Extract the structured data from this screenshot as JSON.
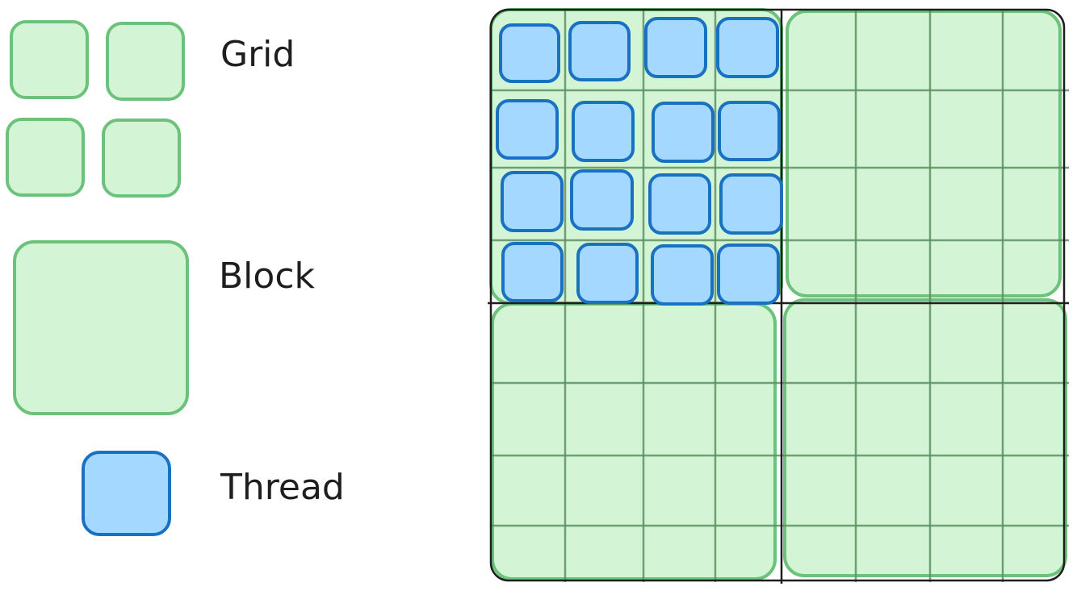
{
  "legend": {
    "grid_label": "Grid",
    "block_label": "Block",
    "thread_label": "Thread"
  },
  "diagram": {
    "grid_blocks": 4,
    "block_cells_per_side": 4,
    "threads_shown_in_first_block": 16
  },
  "colors": {
    "block_fill": "#d3f5d6",
    "block_stroke": "#6cc27a",
    "thread_fill": "#a5d8ff",
    "thread_stroke": "#1971c2",
    "frame_stroke": "#1e1e1e",
    "cell_line": "#5d8f63"
  }
}
